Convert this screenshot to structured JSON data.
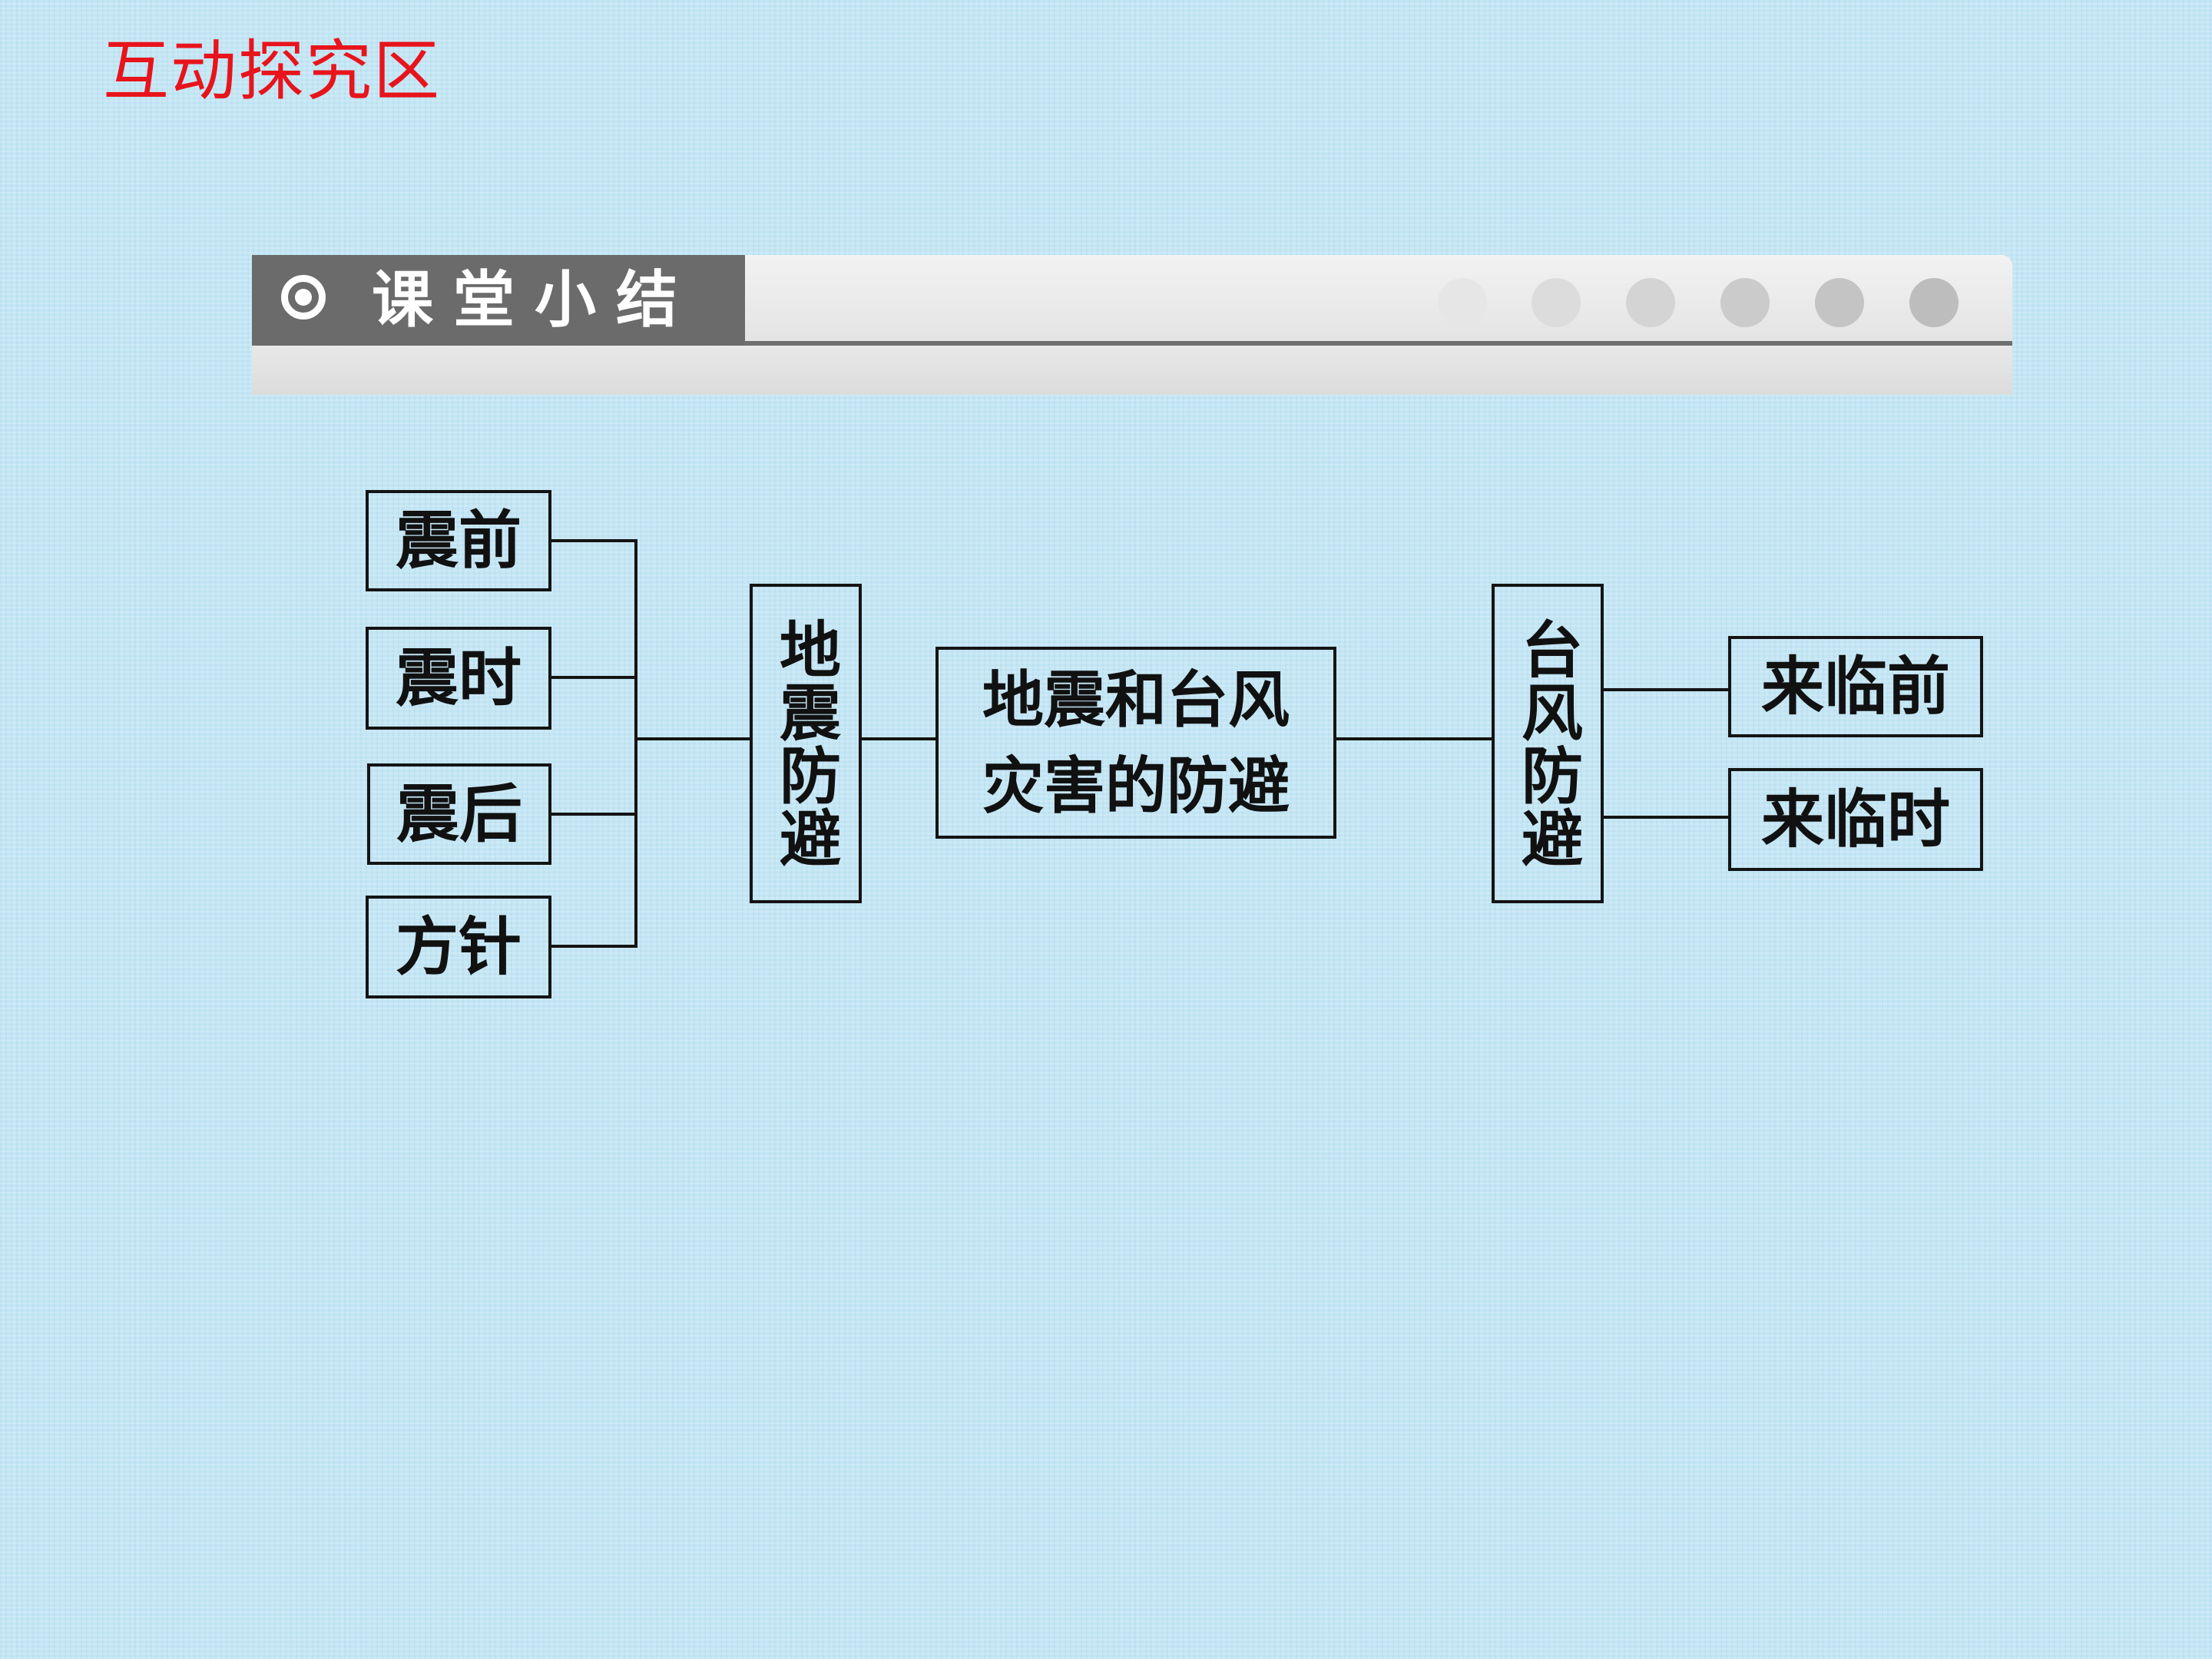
{
  "header": {
    "title": "互动探究区"
  },
  "banner": {
    "title": "课堂小结",
    "icon": "radio-target-icon",
    "dots": 6
  },
  "diagram": {
    "earthquake_items": [
      "震前",
      "震时",
      "震后",
      "方针"
    ],
    "earthquake_branch": "地震防避",
    "center": {
      "line1": "地震和台风",
      "line2": "灾害的防避"
    },
    "typhoon_branch": "台风防避",
    "typhoon_items": [
      "来临前",
      "来临时"
    ]
  },
  "colors": {
    "background": "#c4e6f4",
    "heading": "#e8141c",
    "banner_tab": "#6b6b6b",
    "box_border": "#141414"
  }
}
